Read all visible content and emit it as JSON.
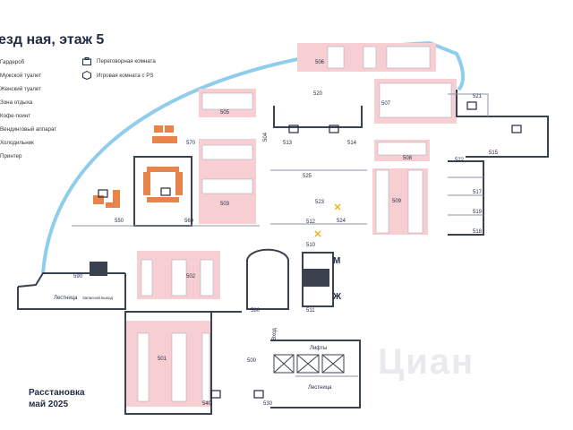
{
  "title": "езд ная, этаж 5",
  "legend": {
    "items": [
      "Гардероб",
      "Мужской туалет",
      "Женский туалет",
      "Зона отдыха",
      "Кофе-поинт",
      "Вендинговый аппарат",
      "Холодильник",
      "Принтер"
    ],
    "meeting_room": "Переговорная комната",
    "game_room": "Игровая комната с PS"
  },
  "footer": {
    "line1": "Расстановка",
    "line2": "май 2025"
  },
  "rooms": {
    "r500": "500",
    "r501": "501",
    "r502": "502",
    "r503": "503",
    "r504": "504",
    "r505": "505",
    "r506": "506",
    "r507": "507",
    "r508": "508",
    "r509": "509",
    "r510": "510",
    "r511": "511",
    "r512": "512",
    "r513": "513",
    "r514": "514",
    "r515": "515",
    "r517": "517",
    "r518": "518",
    "r519": "519",
    "r520": "520",
    "r521": "521",
    "r522": "522",
    "r523": "523",
    "r524": "524",
    "r525": "525",
    "r530": "530",
    "r540": "540",
    "r550": "550",
    "r560": "560",
    "r570": "570",
    "r580": "580",
    "r590": "590"
  },
  "labels": {
    "stairs_left": "Лестница",
    "stairs_bottom": "Лестница",
    "lifts": "Лифты",
    "entrance": "Вход",
    "men": "М",
    "women": "Ж",
    "emergency_exit": "Запасной выход"
  },
  "watermark": "Циан",
  "colors": {
    "desk_zone": "#f7cfd3",
    "wall": "#3a4250",
    "window_arc": "#7cc3e8",
    "orange": "#e8834a",
    "text": "#1f2a44"
  }
}
